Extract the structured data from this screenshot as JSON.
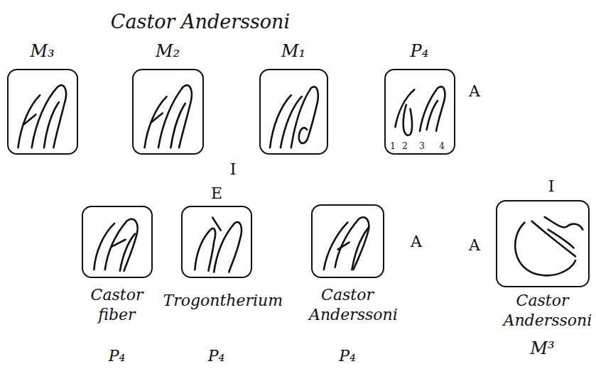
{
  "diagram": {
    "title": "Castor Anderssoni",
    "nodes": [
      {
        "text": [
          "M₃"
        ]
      },
      {
        "text": [
          "M₂"
        ]
      },
      {
        "text": [
          "M₁"
        ]
      },
      {
        "text": [
          "P₄"
        ]
      },
      {
        "text": [
          "Castor fiber",
          "P₄"
        ]
      },
      {
        "text": [
          "Trogontherium",
          "P₄"
        ]
      },
      {
        "text": [
          "Castor Anderssoni",
          "P₄"
        ]
      },
      {
        "text": [
          "Castor Anderssoni",
          "M³"
        ]
      }
    ],
    "labels": [
      "A",
      "1",
      "2",
      "3",
      "4",
      "I",
      "E",
      "A",
      "A",
      "I"
    ]
  }
}
